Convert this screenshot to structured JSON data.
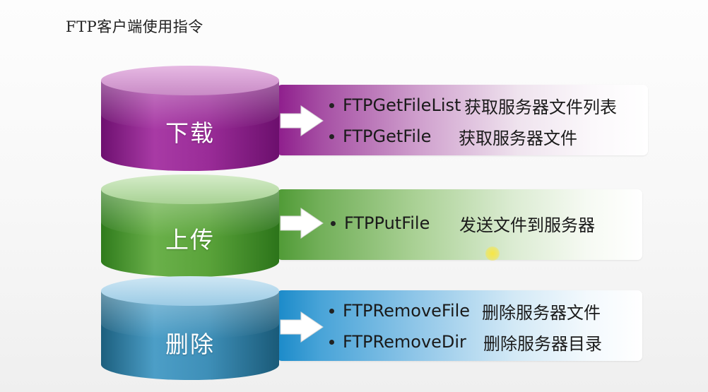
{
  "slide": {
    "title": "FTP客户端使用指令"
  },
  "sections": [
    {
      "label": "下载",
      "color": "#8e1d8c",
      "items": [
        {
          "command": "FTPGetFileList",
          "description": "获取服务器文件列表"
        },
        {
          "command": "FTPGetFile",
          "description": "获取服务器文件"
        }
      ]
    },
    {
      "label": "上传",
      "color": "#4f9a35",
      "items": [
        {
          "command": "FTPPutFile",
          "description": "发送文件到服务器"
        }
      ]
    },
    {
      "label": "删除",
      "color": "#1a8ac9",
      "items": [
        {
          "command": "FTPRemoveFile",
          "description": "删除服务器文件"
        },
        {
          "command": "FTPRemoveDir",
          "description": "删除服务器目录"
        }
      ]
    }
  ]
}
